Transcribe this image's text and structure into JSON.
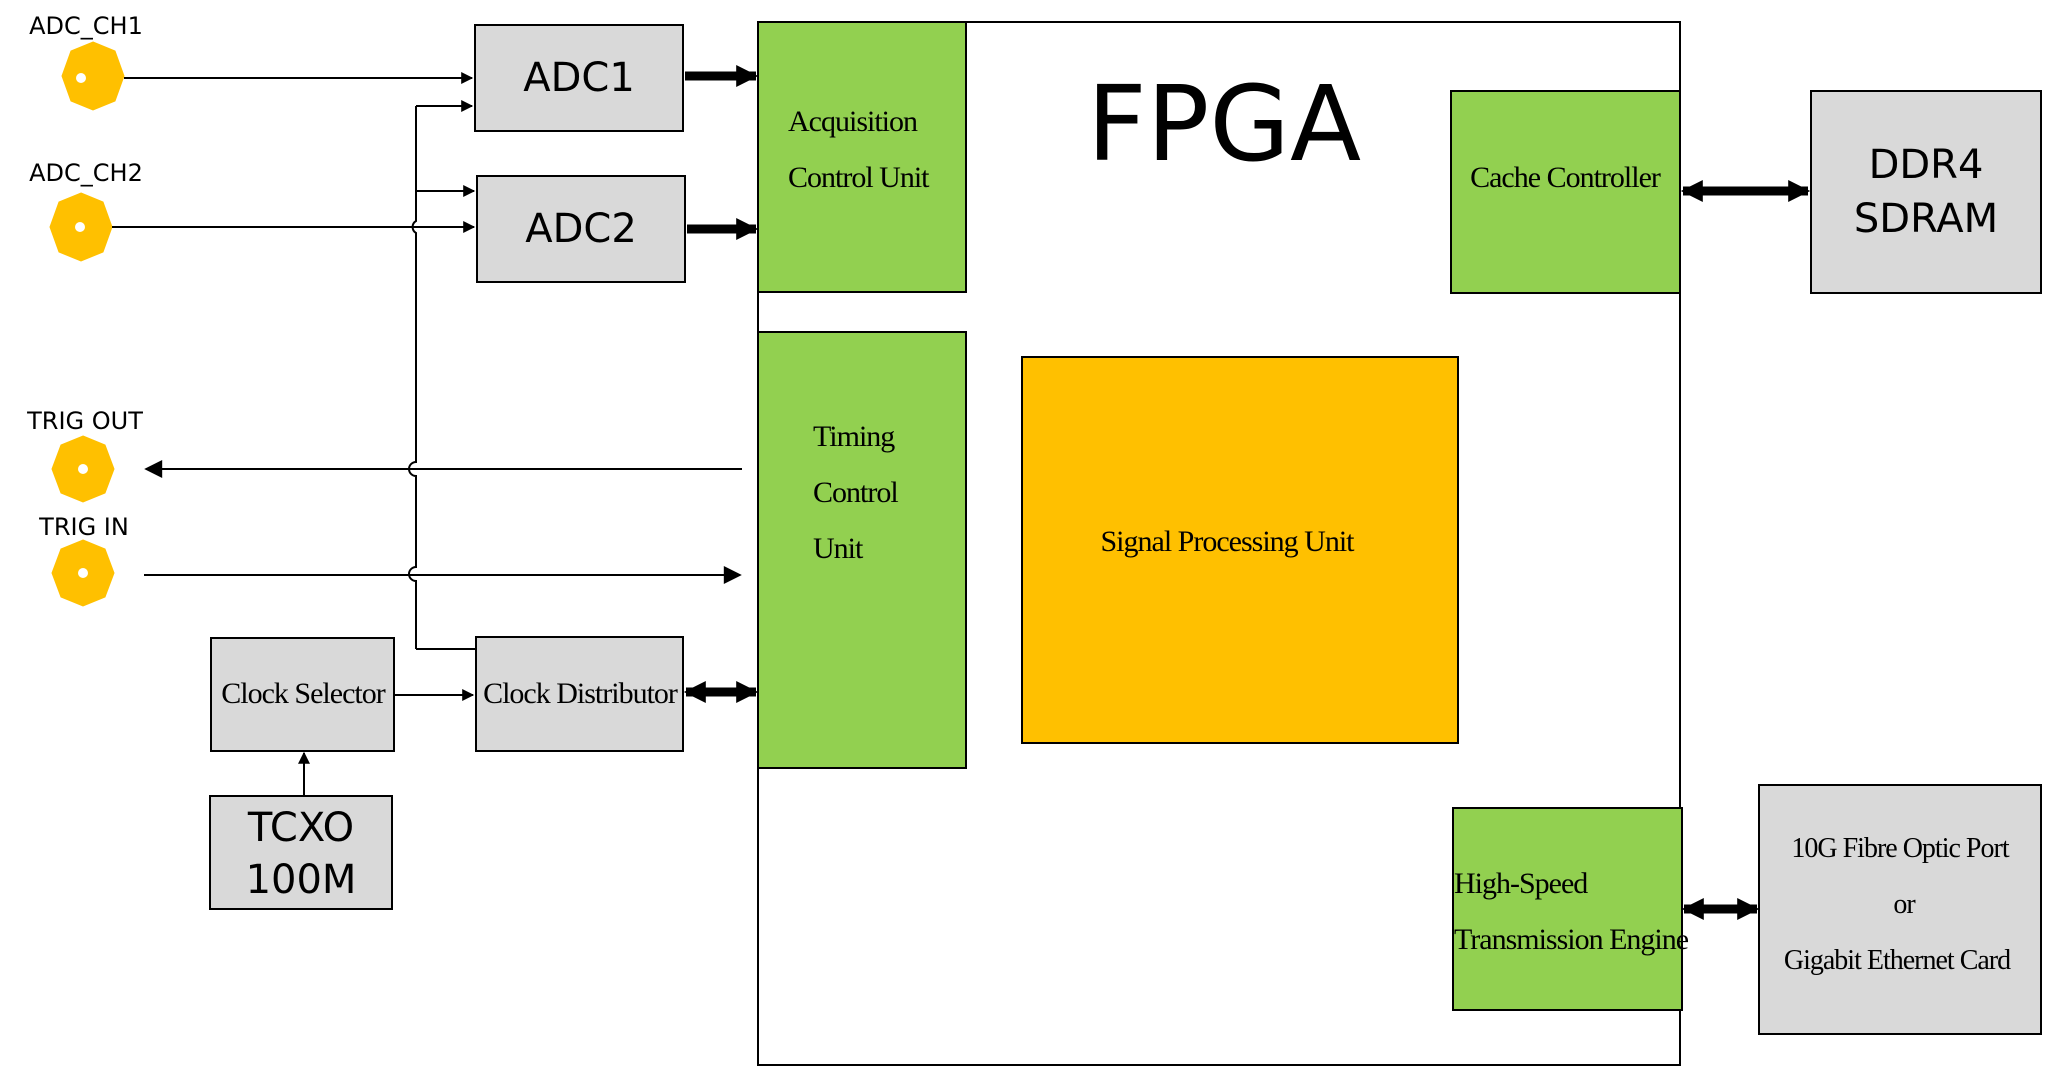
{
  "colors": {
    "connector": "#FFC000",
    "block_green": "#92D050",
    "block_gray": "#D9D9D9",
    "block_orange": "#FFC000",
    "line": "#000000"
  },
  "connectors": {
    "adc_ch1": "ADC_CH1",
    "adc_ch2": "ADC_CH2",
    "trig_out": "TRIG OUT",
    "trig_in": "TRIG IN"
  },
  "blocks": {
    "adc1": "ADC1",
    "adc2": "ADC2",
    "clock_selector": "Clock Selector",
    "clock_distributor": "Clock Distributor",
    "tcxo": [
      "TCXO",
      "100M"
    ],
    "fpga_title": "FPGA",
    "acquisition": [
      "Acquisition",
      "Control Unit"
    ],
    "timing": [
      "Timing",
      "Control",
      "Unit"
    ],
    "signal_processing": "Signal Processing Unit",
    "cache_controller": "Cache Controller",
    "ddr4": [
      "DDR4",
      "SDRAM"
    ],
    "high_speed": [
      "High-Speed",
      "Transmission Engine"
    ],
    "network": [
      "10G Fibre Optic Port",
      "or",
      "Gigabit Ethernet Card"
    ]
  }
}
